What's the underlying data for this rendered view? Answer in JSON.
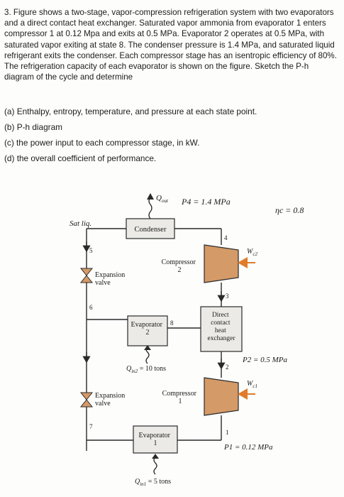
{
  "problem": {
    "intro": "3. Figure shows a two-stage, vapor-compression refrigeration system with two evaporators and a direct contact heat exchanger. Saturated vapor ammonia from evaporator 1 enters compressor 1 at 0.12 Mpa and exits at 0.5 MPa. Evaporator 2 operates at 0.5 MPa, with saturated vapor exiting at state 8. The condenser pressure is 1.4 MPa, and saturated liquid refrigerant exits the condenser. Each compressor stage has an isentropic efficiency of 80%. The refrigeration capacity of each evaporator is shown on the figure. Sketch the P-h diagram of the cycle and determine",
    "parts": [
      "(a) Enthalpy, entropy, temperature, and pressure at each state point.",
      "(b) P-h diagram",
      "(c) the power input to each compressor stage, in kW.",
      "(d) the overall coefficient of performance."
    ]
  },
  "figure": {
    "components": {
      "condenser": "Condenser",
      "compressor2": [
        "Compressor",
        "2"
      ],
      "expansion_valve_upper": [
        "Expansion",
        "valve"
      ],
      "evaporator2": [
        "Evaporator",
        "2"
      ],
      "heat_exchanger": [
        "Direct",
        "contact",
        "heat",
        "exchanger"
      ],
      "expansion_valve_lower": [
        "Expansion",
        "valve"
      ],
      "compressor1": [
        "Compressor",
        "1"
      ],
      "evaporator1": [
        "Evaporator",
        "1"
      ]
    },
    "state_numbers": [
      "1",
      "2",
      "3",
      "4",
      "5",
      "6",
      "7",
      "8"
    ],
    "labels": {
      "q_out": "Q",
      "q_out_sub": "out",
      "q_in2": "Q",
      "q_in2_sub": "in2",
      "q_in2_value": " = 10 tons",
      "q_in1": "Q",
      "q_in1_sub": "in1",
      "q_in1_value": " = 5 tons",
      "w_c2": "W",
      "w_c2_sub": "c2",
      "w_c1": "W",
      "w_c1_sub": "c1"
    },
    "handwritten": {
      "sat_liq": "Sat liq.",
      "p4": "P4 = 1.4 MPa",
      "eta": "ηc = 0.8",
      "p2": "P2 = 0.5 MPa",
      "p1": "P1 = 0.12 MPa"
    },
    "colors": {
      "line": "#2a2a2a",
      "compressor_fill": "#d49a68",
      "component_fill": "#eceae6",
      "work_arrow": "#e07b2a"
    }
  }
}
